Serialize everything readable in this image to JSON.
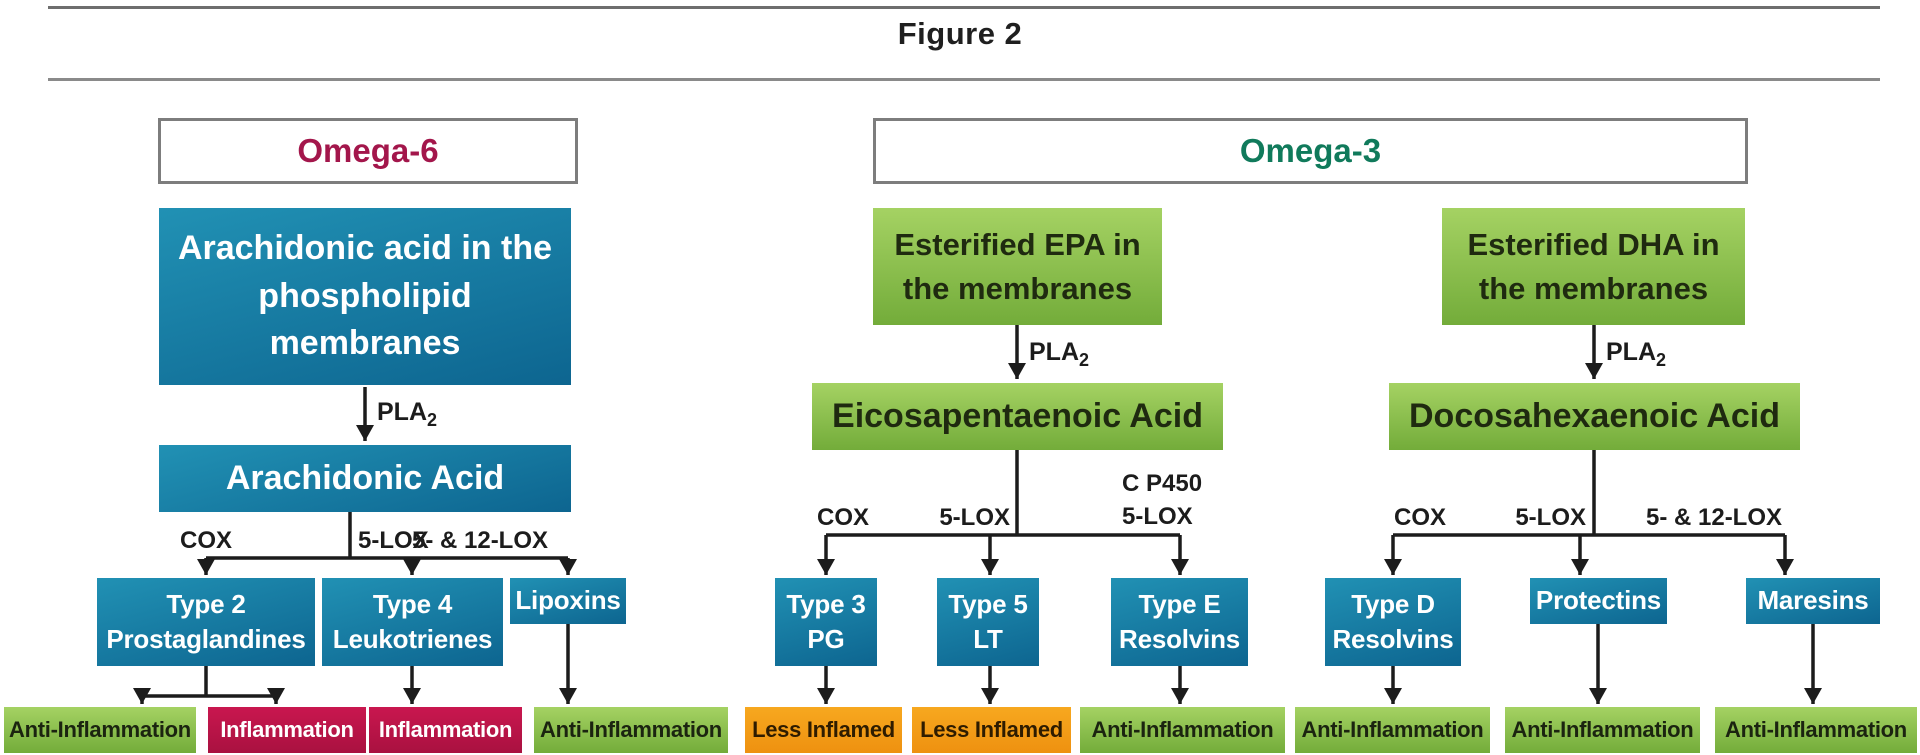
{
  "figure": {
    "title": "Figure 2"
  },
  "pla2": {
    "base": "PLA",
    "sub": "2"
  },
  "omega6": {
    "header": "Omega-6",
    "membrane_box": "Arachidonic acid in the phospholipid membranes",
    "acid_box": "Arachidonic Acid",
    "enzymes": {
      "left": "COX",
      "mid": "5-LOX",
      "right": "5- & 12-LOX"
    },
    "products": [
      {
        "label": "Type 2 Prostaglandines"
      },
      {
        "label": "Type 4 Leukotrienes"
      },
      {
        "label": "Lipoxins"
      }
    ]
  },
  "omega3": {
    "header": "Omega-3",
    "epa": {
      "membrane_box": "Esterified EPA in the membranes",
      "acid_box": "Eicosapentaenoic Acid",
      "enzymes": {
        "left": "COX",
        "mid": "5-LOX",
        "right_top": "C P450",
        "right_bottom": "5-LOX"
      },
      "products": [
        {
          "label": "Type 3 PG"
        },
        {
          "label": "Type 5 LT"
        },
        {
          "label": "Type E Resolvins"
        }
      ]
    },
    "dha": {
      "membrane_box": "Esterified DHA in the membranes",
      "acid_box": "Docosahexaenoic Acid",
      "enzymes": {
        "left": "COX",
        "mid": "5-LOX",
        "right": "5- & 12-LOX"
      },
      "products": [
        {
          "label": "Type D Resolvins"
        },
        {
          "label": "Protectins"
        },
        {
          "label": "Maresins"
        }
      ]
    }
  },
  "outcomes": [
    {
      "label": "Anti-Inflammation",
      "type": "anti"
    },
    {
      "label": "Inflammation",
      "type": "pro"
    },
    {
      "label": "Inflammation",
      "type": "pro"
    },
    {
      "label": "Anti-Inflammation",
      "type": "anti"
    },
    {
      "label": "Less Inflamed",
      "type": "less"
    },
    {
      "label": "Less Inflamed",
      "type": "less"
    },
    {
      "label": "Anti-Inflammation",
      "type": "anti"
    },
    {
      "label": "Anti-Inflammation",
      "type": "anti"
    },
    {
      "label": "Anti-Inflammation",
      "type": "anti"
    },
    {
      "label": "Anti-Inflammation",
      "type": "anti"
    }
  ],
  "colors": {
    "blue_box_top": "#2191b4",
    "blue_box_bottom": "#0d6590",
    "green_box_top": "#a5d263",
    "green_box_bottom": "#73ac3a",
    "red_box_top": "#c9174f",
    "red_box_bottom": "#a91140",
    "orange_box_top": "#f7a81f",
    "orange_box_bottom": "#ee9110",
    "omega6_title": "#a3164b",
    "omega3_title": "#107a5b",
    "line": "#1c1c1c"
  }
}
